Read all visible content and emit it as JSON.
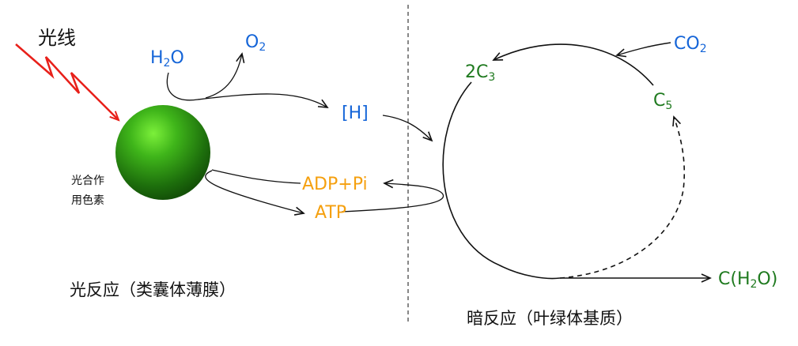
{
  "colors": {
    "blue": "#1565d8",
    "green": "#1f7a1f",
    "orange": "#f5a00f",
    "red": "#e8201a",
    "black": "#111111"
  },
  "labels": {
    "light": "光线",
    "h2o": {
      "main": "H",
      "sub": "2",
      "tail": "O"
    },
    "o2": {
      "main": "O",
      "sub": "2"
    },
    "h": "[H]",
    "adp_pi": "ADP+Pi",
    "atp": "ATP",
    "pigment_line1": "光合作",
    "pigment_line2": "用色素",
    "light_reaction": "光反应（类囊体薄膜）",
    "dark_reaction": "暗反应（叶绿体基质）",
    "c3": {
      "pre": "2C",
      "sub": "3"
    },
    "c5": {
      "main": "C",
      "sub": "5"
    },
    "co2": {
      "main": "CO",
      "sub": "2"
    },
    "product": {
      "pre": "C(H",
      "sub": "2",
      "tail": "O)"
    }
  }
}
